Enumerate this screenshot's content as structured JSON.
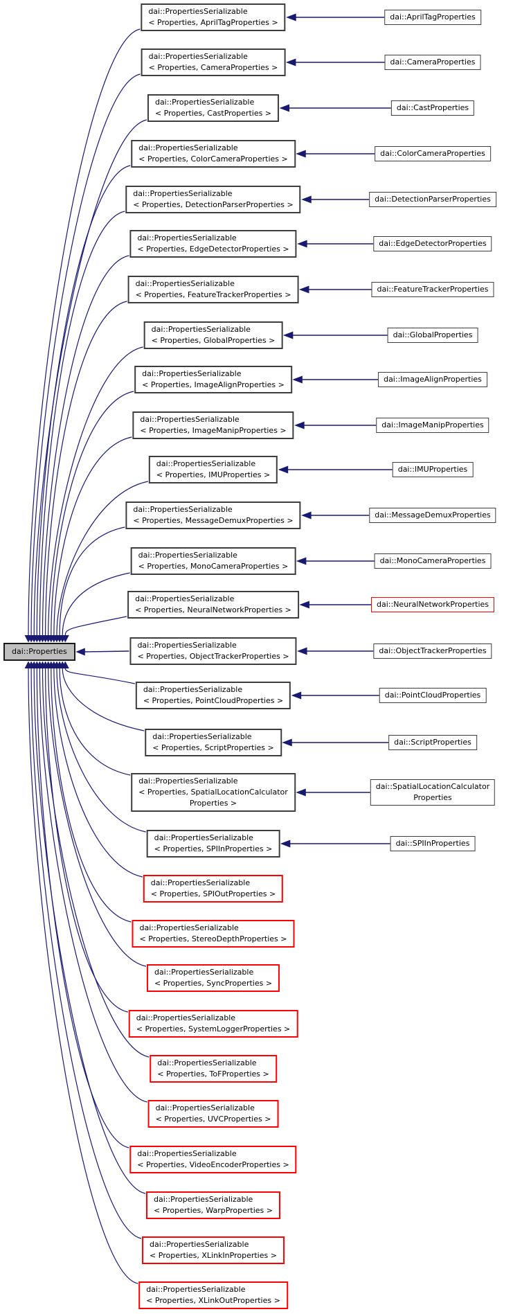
{
  "diagram": {
    "root": {
      "label": "dai::Properties"
    },
    "colors": {
      "edge": "#191970",
      "node_border": "#3d3d3d",
      "undocumented_border": "#fe0000",
      "root_fill": "#bfbfbf",
      "node_fill": "#ffffff",
      "text": "#000000",
      "background": "#ffffff"
    },
    "rows": [
      {
        "name": "AprilTag",
        "serializable": [
          "dai::PropertiesSerializable",
          "< Properties, AprilTagProperties >"
        ],
        "serializable_red": false,
        "derived": [
          "dai::AprilTagProperties"
        ],
        "derived_red": false
      },
      {
        "name": "Camera",
        "serializable": [
          "dai::PropertiesSerializable",
          "< Properties, CameraProperties >"
        ],
        "serializable_red": false,
        "derived": [
          "dai::CameraProperties"
        ],
        "derived_red": false
      },
      {
        "name": "Cast",
        "serializable": [
          "dai::PropertiesSerializable",
          "< Properties, CastProperties >"
        ],
        "serializable_red": false,
        "derived": [
          "dai::CastProperties"
        ],
        "derived_red": false
      },
      {
        "name": "ColorCamera",
        "serializable": [
          "dai::PropertiesSerializable",
          "< Properties, ColorCameraProperties >"
        ],
        "serializable_red": false,
        "derived": [
          "dai::ColorCameraProperties"
        ],
        "derived_red": false
      },
      {
        "name": "DetectionParser",
        "serializable": [
          "dai::PropertiesSerializable",
          "< Properties, DetectionParserProperties >"
        ],
        "serializable_red": false,
        "derived": [
          "dai::DetectionParserProperties"
        ],
        "derived_red": false
      },
      {
        "name": "EdgeDetector",
        "serializable": [
          "dai::PropertiesSerializable",
          "< Properties, EdgeDetectorProperties >"
        ],
        "serializable_red": false,
        "derived": [
          "dai::EdgeDetectorProperties"
        ],
        "derived_red": false
      },
      {
        "name": "FeatureTracker",
        "serializable": [
          "dai::PropertiesSerializable",
          "< Properties, FeatureTrackerProperties >"
        ],
        "serializable_red": false,
        "derived": [
          "dai::FeatureTrackerProperties"
        ],
        "derived_red": false
      },
      {
        "name": "Global",
        "serializable": [
          "dai::PropertiesSerializable",
          "< Properties, GlobalProperties >"
        ],
        "serializable_red": false,
        "derived": [
          "dai::GlobalProperties"
        ],
        "derived_red": false
      },
      {
        "name": "ImageAlign",
        "serializable": [
          "dai::PropertiesSerializable",
          "< Properties, ImageAlignProperties >"
        ],
        "serializable_red": false,
        "derived": [
          "dai::ImageAlignProperties"
        ],
        "derived_red": false
      },
      {
        "name": "ImageManip",
        "serializable": [
          "dai::PropertiesSerializable",
          "< Properties, ImageManipProperties >"
        ],
        "serializable_red": false,
        "derived": [
          "dai::ImageManipProperties"
        ],
        "derived_red": false
      },
      {
        "name": "IMU",
        "serializable": [
          "dai::PropertiesSerializable",
          "< Properties, IMUProperties >"
        ],
        "serializable_red": false,
        "derived": [
          "dai::IMUProperties"
        ],
        "derived_red": false
      },
      {
        "name": "MessageDemux",
        "serializable": [
          "dai::PropertiesSerializable",
          "< Properties, MessageDemuxProperties >"
        ],
        "serializable_red": false,
        "derived": [
          "dai::MessageDemuxProperties"
        ],
        "derived_red": false
      },
      {
        "name": "MonoCamera",
        "serializable": [
          "dai::PropertiesSerializable",
          "< Properties, MonoCameraProperties >"
        ],
        "serializable_red": false,
        "derived": [
          "dai::MonoCameraProperties"
        ],
        "derived_red": false
      },
      {
        "name": "NeuralNetwork",
        "serializable": [
          "dai::PropertiesSerializable",
          "< Properties, NeuralNetworkProperties >"
        ],
        "serializable_red": false,
        "derived": [
          "dai::NeuralNetworkProperties"
        ],
        "derived_red": true
      },
      {
        "name": "ObjectTracker",
        "serializable": [
          "dai::PropertiesSerializable",
          "< Properties, ObjectTrackerProperties >"
        ],
        "serializable_red": false,
        "derived": [
          "dai::ObjectTrackerProperties"
        ],
        "derived_red": false
      },
      {
        "name": "PointCloud",
        "serializable": [
          "dai::PropertiesSerializable",
          "< Properties, PointCloudProperties >"
        ],
        "serializable_red": false,
        "derived": [
          "dai::PointCloudProperties"
        ],
        "derived_red": false
      },
      {
        "name": "Script",
        "serializable": [
          "dai::PropertiesSerializable",
          "< Properties, ScriptProperties >"
        ],
        "serializable_red": false,
        "derived": [
          "dai::ScriptProperties"
        ],
        "derived_red": false
      },
      {
        "name": "SpatialLocationCalculator",
        "serializable": [
          "dai::PropertiesSerializable",
          "< Properties, SpatialLocationCalculator",
          "Properties >"
        ],
        "serializable_red": false,
        "derived": [
          "dai::SpatialLocationCalculator",
          "Properties"
        ],
        "derived_red": false
      },
      {
        "name": "SPIIn",
        "serializable": [
          "dai::PropertiesSerializable",
          "< Properties, SPIInProperties >"
        ],
        "serializable_red": false,
        "derived": [
          "dai::SPIInProperties"
        ],
        "derived_red": false
      },
      {
        "name": "SPIOut",
        "serializable": [
          "dai::PropertiesSerializable",
          "< Properties, SPIOutProperties >"
        ],
        "serializable_red": true,
        "derived": null,
        "derived_red": false
      },
      {
        "name": "StereoDepth",
        "serializable": [
          "dai::PropertiesSerializable",
          "< Properties, StereoDepthProperties >"
        ],
        "serializable_red": true,
        "derived": null,
        "derived_red": false
      },
      {
        "name": "Sync",
        "serializable": [
          "dai::PropertiesSerializable",
          "< Properties, SyncProperties >"
        ],
        "serializable_red": true,
        "derived": null,
        "derived_red": false
      },
      {
        "name": "SystemLogger",
        "serializable": [
          "dai::PropertiesSerializable",
          "< Properties, SystemLoggerProperties >"
        ],
        "serializable_red": true,
        "derived": null,
        "derived_red": false
      },
      {
        "name": "ToF",
        "serializable": [
          "dai::PropertiesSerializable",
          "< Properties, ToFProperties >"
        ],
        "serializable_red": true,
        "derived": null,
        "derived_red": false
      },
      {
        "name": "UVC",
        "serializable": [
          "dai::PropertiesSerializable",
          "< Properties, UVCProperties >"
        ],
        "serializable_red": true,
        "derived": null,
        "derived_red": false
      },
      {
        "name": "VideoEncoder",
        "serializable": [
          "dai::PropertiesSerializable",
          "< Properties, VideoEncoderProperties >"
        ],
        "serializable_red": true,
        "derived": null,
        "derived_red": false
      },
      {
        "name": "Warp",
        "serializable": [
          "dai::PropertiesSerializable",
          "< Properties, WarpProperties >"
        ],
        "serializable_red": true,
        "derived": null,
        "derived_red": false
      },
      {
        "name": "XLinkIn",
        "serializable": [
          "dai::PropertiesSerializable",
          "< Properties, XLinkInProperties >"
        ],
        "serializable_red": true,
        "derived": null,
        "derived_red": false
      },
      {
        "name": "XLinkOut",
        "serializable": [
          "dai::PropertiesSerializable",
          "< Properties, XLinkOutProperties >"
        ],
        "serializable_red": true,
        "derived": null,
        "derived_red": false
      }
    ]
  }
}
